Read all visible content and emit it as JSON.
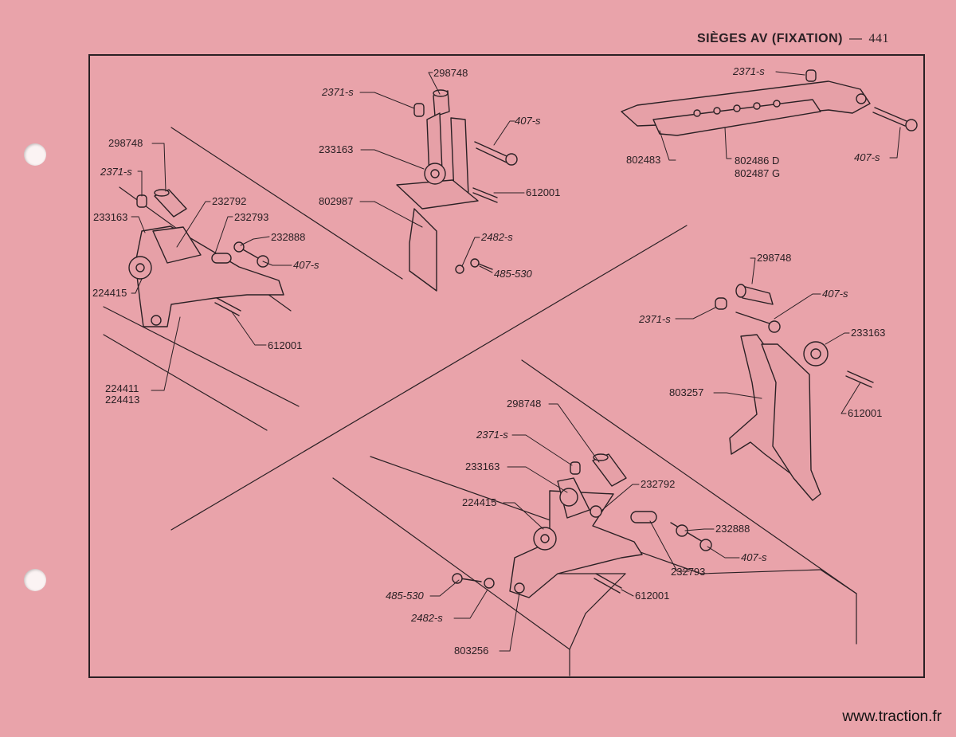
{
  "header": {
    "title": "SIÈGES AV (FIXATION)",
    "separator": "—",
    "page_number": "441"
  },
  "footer": {
    "website": "www.traction.fr"
  },
  "labels": [
    {
      "id": "top-center-298748",
      "text": "298748"
    },
    {
      "id": "top-center-2371",
      "text": "2371-s"
    },
    {
      "id": "top-center-407",
      "text": "407-s"
    },
    {
      "id": "top-center-233163",
      "text": "233163"
    },
    {
      "id": "top-center-612001",
      "text": "612001"
    },
    {
      "id": "top-center-802987",
      "text": "802987"
    },
    {
      "id": "top-center-2482",
      "text": "2482-s"
    },
    {
      "id": "top-center-485",
      "text": "485-530"
    },
    {
      "id": "left-298748",
      "text": "298748"
    },
    {
      "id": "left-2371",
      "text": "2371-s"
    },
    {
      "id": "left-232792",
      "text": "232792"
    },
    {
      "id": "left-233163",
      "text": "233163"
    },
    {
      "id": "left-232793",
      "text": "232793"
    },
    {
      "id": "left-232888",
      "text": "232888"
    },
    {
      "id": "left-407",
      "text": "407-s"
    },
    {
      "id": "left-224415",
      "text": "224415"
    },
    {
      "id": "left-612001",
      "text": "612001"
    },
    {
      "id": "left-224411",
      "text": "224411"
    },
    {
      "id": "left-224413",
      "text": "224413"
    },
    {
      "id": "right-2371",
      "text": "2371-s"
    },
    {
      "id": "right-802483",
      "text": "802483"
    },
    {
      "id": "right-802486",
      "text": "802486 D"
    },
    {
      "id": "right-802487",
      "text": "802487 G"
    },
    {
      "id": "right-407",
      "text": "407-s"
    },
    {
      "id": "mid-right-298748",
      "text": "298748"
    },
    {
      "id": "mid-right-2371",
      "text": "2371-s"
    },
    {
      "id": "mid-right-407",
      "text": "407-s"
    },
    {
      "id": "mid-right-233163",
      "text": "233163"
    },
    {
      "id": "mid-right-803257",
      "text": "803257"
    },
    {
      "id": "mid-right-612001",
      "text": "612001"
    },
    {
      "id": "bottom-298748",
      "text": "298748"
    },
    {
      "id": "bottom-2371",
      "text": "2371-s"
    },
    {
      "id": "bottom-233163",
      "text": "233163"
    },
    {
      "id": "bottom-232792",
      "text": "232792"
    },
    {
      "id": "bottom-224415",
      "text": "224415"
    },
    {
      "id": "bottom-232888",
      "text": "232888"
    },
    {
      "id": "bottom-407",
      "text": "407-s"
    },
    {
      "id": "bottom-232793",
      "text": "232793"
    },
    {
      "id": "bottom-485",
      "text": "485-530"
    },
    {
      "id": "bottom-612001",
      "text": "612001"
    },
    {
      "id": "bottom-2482",
      "text": "2482-s"
    },
    {
      "id": "bottom-803256",
      "text": "803256"
    }
  ]
}
